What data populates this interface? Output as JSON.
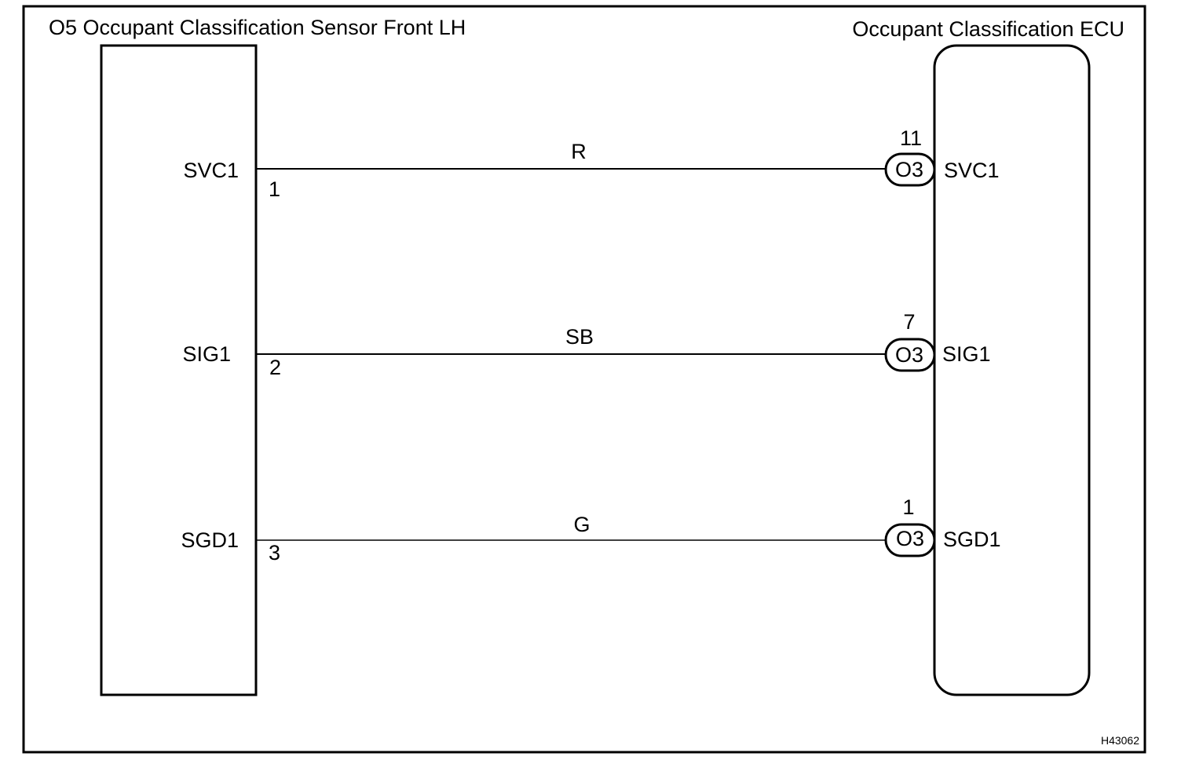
{
  "left_component": {
    "title": "O5 Occupant Classification Sensor Front LH"
  },
  "right_component": {
    "title": "Occupant Classification ECU"
  },
  "wires": [
    {
      "left_pin_name": "SVC1",
      "left_pin_number": "1",
      "wire_color": "R",
      "connector": "O3",
      "right_pin_number": "11",
      "right_pin_name": "SVC1"
    },
    {
      "left_pin_name": "SIG1",
      "left_pin_number": "2",
      "wire_color": "SB",
      "connector": "O3",
      "right_pin_number": "7",
      "right_pin_name": "SIG1"
    },
    {
      "left_pin_name": "SGD1",
      "left_pin_number": "3",
      "wire_color": "G",
      "connector": "O3",
      "right_pin_number": "1",
      "right_pin_name": "SGD1"
    }
  ],
  "figure_code": "H43062"
}
